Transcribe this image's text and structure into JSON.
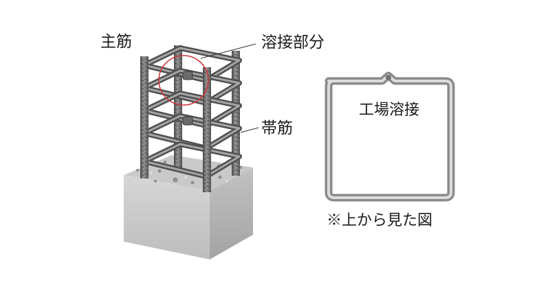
{
  "labels": {
    "main_rebar": "主筋",
    "weld_part": "溶接部分",
    "hoop_rebar": "帯筋",
    "factory_weld": "工場溶接",
    "top_view_note": "※上から見た図"
  },
  "colors": {
    "highlight_circle": "#d0353b",
    "rebar_dark": "#5b5b5b",
    "rebar_light": "#a9a9a9",
    "concrete_front": "#cfcfcf",
    "concrete_side": "#b9b9b9",
    "hoop_outline": "#8a8a8a"
  }
}
